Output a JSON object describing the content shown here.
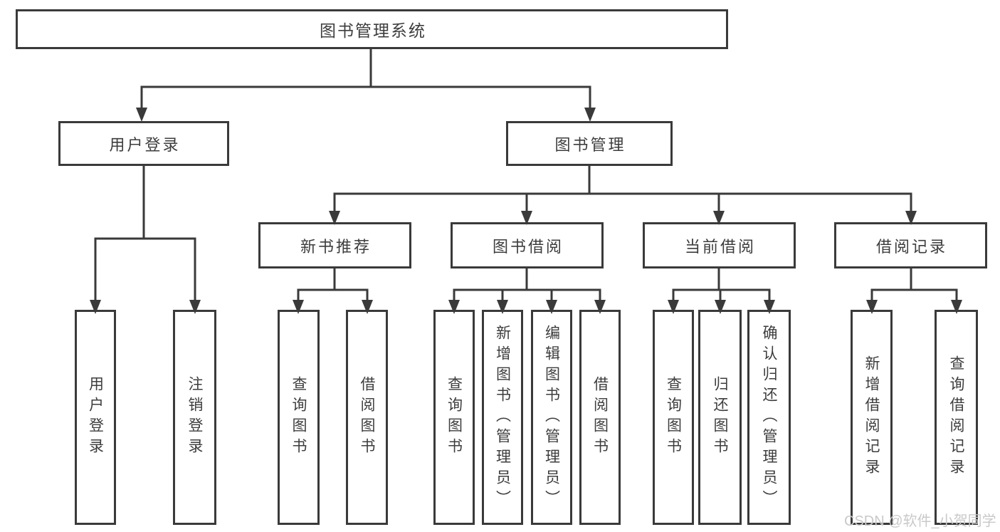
{
  "tree": {
    "root": "图书管理系统",
    "level2": {
      "user_login": "用户登录",
      "book_mgmt": "图书管理"
    },
    "level3": {
      "new_books": "新书推荐",
      "borrowing": "图书借阅",
      "current": "当前借阅",
      "records": "借阅记录"
    },
    "leaves": {
      "user_login": [
        "用户登录",
        "注销登录"
      ],
      "new_books": [
        "查询图书",
        "借阅图书"
      ],
      "borrowing": [
        "查询图书",
        "新增图书（管理员）",
        "编辑图书（管理员）",
        "借阅图书"
      ],
      "current": [
        "查询图书",
        "归还图书",
        "确认归还（管理员）"
      ],
      "records": [
        "新增借阅记录",
        "查询借阅记录"
      ]
    }
  },
  "watermark": "CSDN @软件_小贺同学",
  "colors": {
    "line": "#3a3a3a",
    "text": "#3d3d3d",
    "background": "#ffffff",
    "watermark": "#c9c9c9"
  }
}
